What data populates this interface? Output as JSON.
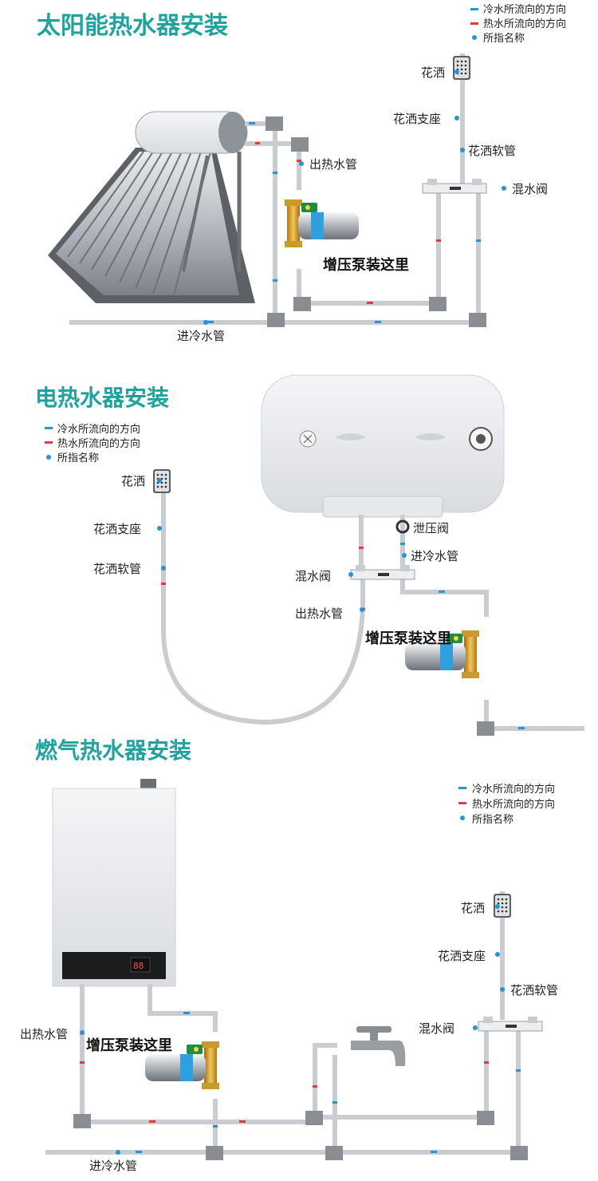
{
  "colors": {
    "title": "#20a39e",
    "cold_arrow": "#2a93d5",
    "hot_arrow": "#e0393e",
    "dot": "#2a93d5"
  },
  "legend": {
    "cold": "冷水所流向的方向",
    "hot": "热水所流向的方向",
    "name": "所指名称"
  },
  "solar": {
    "title": "太阳能热水器安装",
    "shower_head": "花洒",
    "shower_holder": "花洒支座",
    "shower_hose": "花洒软管",
    "mixing_valve": "混水阀",
    "hot_outlet": "出热水管",
    "pump_here": "增压泵装这里",
    "cold_inlet": "进冷水管"
  },
  "electric": {
    "title": "电热水器安装",
    "shower_head": "花洒",
    "shower_holder": "花洒支座",
    "shower_hose": "花洒软管",
    "relief_valve": "泄压阀",
    "cold_inlet": "进冷水管",
    "mixing_valve": "混水阀",
    "hot_outlet": "出热水管",
    "pump_here": "增压泵装这里"
  },
  "gas": {
    "title": "燃气热水器安装",
    "shower_head": "花洒",
    "shower_holder": "花洒支座",
    "shower_hose": "花洒软管",
    "mixing_valve": "混水阀",
    "hot_outlet": "出热水管",
    "pump_here": "增压泵装这里",
    "cold_inlet": "进冷水管",
    "display": "88"
  }
}
